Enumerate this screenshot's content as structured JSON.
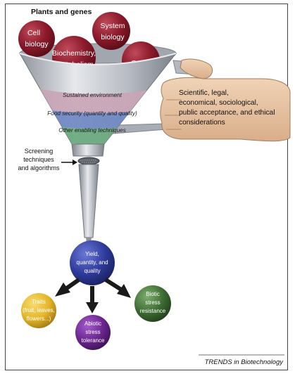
{
  "title": "Plants and genes",
  "spheres": [
    {
      "lines": [
        "Cell",
        "biology"
      ]
    },
    {
      "lines": [
        "System",
        "biology"
      ]
    },
    {
      "lines": [
        "Biochemistry,",
        "metabolism"
      ]
    },
    {
      "lines": [
        "Omics"
      ]
    }
  ],
  "bands": [
    {
      "text": "Sustained environment"
    },
    {
      "text": "Food security (quantity and quality)"
    },
    {
      "text": "Other enabling techniques"
    }
  ],
  "considerations": [
    "Scientific, legal,",
    "economical, sociological,",
    "public acceptance, and ethical",
    "considerations"
  ],
  "screening": [
    "Screening",
    "techniques",
    "and algorithms"
  ],
  "center_ball": [
    "Yield,",
    "quantity, and",
    "quality"
  ],
  "outcomes": [
    {
      "lines": [
        "Traits",
        "(fruit, leaves,",
        "flowers...)"
      ]
    },
    {
      "lines": [
        "Abiotic",
        "stress",
        "tolerance"
      ]
    },
    {
      "lines": [
        "Biotic",
        "stress",
        "resistance"
      ]
    }
  ],
  "footer": "TRENDS in Biotechnology",
  "colors": {
    "sphere": "#8b1a2b",
    "funnel": "#b8bcc4",
    "band_pink": "#c9a4b6",
    "band_blue": "#6c86c2",
    "band_green": "#66a77a",
    "hand": "#e5c3a4",
    "ball_blue": "#2e3a9a",
    "traits": "#e4b52a",
    "abiotic": "#6b2590",
    "biotic": "#3d6b32"
  }
}
